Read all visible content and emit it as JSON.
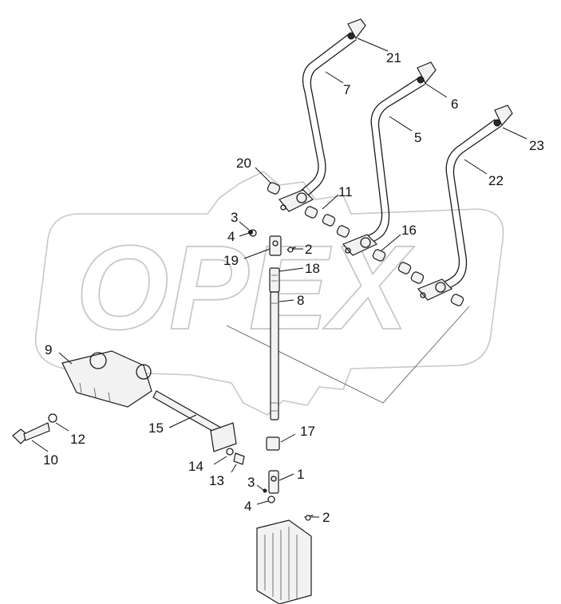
{
  "watermark": {
    "text": "OPEX"
  },
  "callouts": [
    {
      "id": "c21",
      "label": "21"
    },
    {
      "id": "c7",
      "label": "7"
    },
    {
      "id": "c6",
      "label": "6"
    },
    {
      "id": "c5",
      "label": "5"
    },
    {
      "id": "c23",
      "label": "23"
    },
    {
      "id": "c22",
      "label": "22"
    },
    {
      "id": "c20",
      "label": "20"
    },
    {
      "id": "c11",
      "label": "11"
    },
    {
      "id": "c3a",
      "label": "3"
    },
    {
      "id": "c4a",
      "label": "4"
    },
    {
      "id": "c16",
      "label": "16"
    },
    {
      "id": "c2a",
      "label": "2"
    },
    {
      "id": "c19",
      "label": "19"
    },
    {
      "id": "c18",
      "label": "18"
    },
    {
      "id": "c8",
      "label": "8"
    },
    {
      "id": "c9",
      "label": "9"
    },
    {
      "id": "c15",
      "label": "15"
    },
    {
      "id": "c12",
      "label": "12"
    },
    {
      "id": "c10",
      "label": "10"
    },
    {
      "id": "c17",
      "label": "17"
    },
    {
      "id": "c14",
      "label": "14"
    },
    {
      "id": "c13",
      "label": "13"
    },
    {
      "id": "c1",
      "label": "1"
    },
    {
      "id": "c3b",
      "label": "3"
    },
    {
      "id": "c4b",
      "label": "4"
    },
    {
      "id": "c2b",
      "label": "2"
    }
  ],
  "colors": {
    "line": "#1a1a1a",
    "watermark": "#c8c8c8"
  }
}
